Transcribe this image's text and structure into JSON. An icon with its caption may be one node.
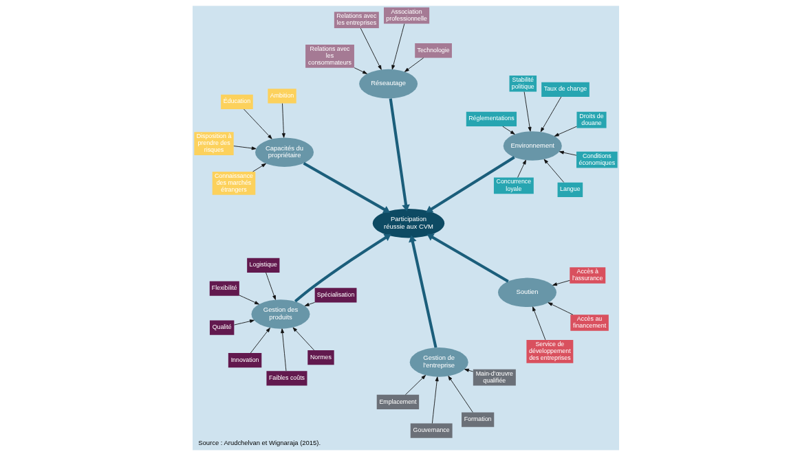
{
  "diagram": {
    "caption": "Source : Arudchelvan et Wignaraja (2015).",
    "nodes": [
      {
        "text": [
          "Qualité"
        ]
      },
      {
        "text": [
          "Normes"
        ]
      },
      {
        "text": [
          "Faibles coûts"
        ]
      },
      {
        "text": [
          "Logistique"
        ]
      },
      {
        "text": [
          "Spécialisation"
        ]
      },
      {
        "text": [
          "Flexibilité"
        ]
      },
      {
        "text": [
          "Innovation"
        ]
      },
      {
        "text": [
          "Gestion des produits"
        ]
      },
      {
        "text": [
          "Gouvernance"
        ]
      },
      {
        "text": [
          "Main-d'œuvre qualifiée"
        ]
      },
      {
        "text": [
          "Formation"
        ]
      },
      {
        "text": [
          "Emplacement"
        ]
      },
      {
        "text": [
          "Gestion de l'entreprise"
        ]
      },
      {
        "text": [
          "Accès au financement"
        ]
      },
      {
        "text": [
          "Accès à l'assurance"
        ]
      },
      {
        "text": [
          "Service de développement des entreprises"
        ]
      },
      {
        "text": [
          "Soutien"
        ]
      },
      {
        "text": [
          "Participation réussie aux CVM"
        ]
      },
      {
        "text": [
          "Éducation"
        ]
      },
      {
        "text": [
          "Ambition"
        ]
      },
      {
        "text": [
          "Connaissance des marchés étrangers"
        ]
      },
      {
        "text": [
          "Disposition à prendre des risques"
        ]
      },
      {
        "text": [
          "Capacités du propriétaire"
        ]
      },
      {
        "text": [
          "Réseautage"
        ]
      },
      {
        "text": [
          "Relations avec les entreprises"
        ]
      },
      {
        "text": [
          "Technologie"
        ]
      },
      {
        "text": [
          "Association professionnelle"
        ]
      },
      {
        "text": [
          "Relations avec les consommateurs"
        ]
      },
      {
        "text": [
          "Environnement"
        ]
      },
      {
        "text": [
          "Conditions économiques"
        ]
      },
      {
        "text": [
          "Stabilité politique"
        ]
      },
      {
        "text": [
          "Taux de change"
        ]
      },
      {
        "text": [
          "Concurrence loyale"
        ]
      },
      {
        "text": [
          "Réglementations"
        ]
      },
      {
        "text": [
          "Droits de douane"
        ]
      },
      {
        "text": [
          "Langue"
        ]
      }
    ],
    "edges": [
      {
        "from": 0,
        "to": 7,
        "arrow": "to"
      },
      {
        "from": 1,
        "to": 7,
        "arrow": "to"
      },
      {
        "from": 2,
        "to": 7,
        "arrow": "to"
      },
      {
        "from": 3,
        "to": 7,
        "arrow": "to"
      },
      {
        "from": 4,
        "to": 7,
        "arrow": "to"
      },
      {
        "from": 5,
        "to": 7,
        "arrow": "to"
      },
      {
        "from": 6,
        "to": 7,
        "arrow": "to"
      },
      {
        "from": 8,
        "to": 12,
        "arrow": "to"
      },
      {
        "from": 9,
        "to": 12,
        "arrow": "to"
      },
      {
        "from": 10,
        "to": 12,
        "arrow": "to"
      },
      {
        "from": 11,
        "to": 12,
        "arrow": "to"
      },
      {
        "from": 13,
        "to": 16,
        "arrow": "to"
      },
      {
        "from": 14,
        "to": 16,
        "arrow": "to"
      },
      {
        "from": 15,
        "to": 16,
        "arrow": "to"
      },
      {
        "from": 18,
        "to": 22,
        "arrow": "to"
      },
      {
        "from": 19,
        "to": 22,
        "arrow": "to"
      },
      {
        "from": 20,
        "to": 22,
        "arrow": "to"
      },
      {
        "from": 21,
        "to": 22,
        "arrow": "to"
      },
      {
        "from": 24,
        "to": 23,
        "arrow": "to"
      },
      {
        "from": 25,
        "to": 23,
        "arrow": "to"
      },
      {
        "from": 26,
        "to": 23,
        "arrow": "to"
      },
      {
        "from": 27,
        "to": 23,
        "arrow": "to"
      },
      {
        "from": 29,
        "to": 28,
        "arrow": "to"
      },
      {
        "from": 30,
        "to": 28,
        "arrow": "to"
      },
      {
        "from": 31,
        "to": 28,
        "arrow": "to"
      },
      {
        "from": 32,
        "to": 28,
        "arrow": "to"
      },
      {
        "from": 33,
        "to": 28,
        "arrow": "to"
      },
      {
        "from": 34,
        "to": 28,
        "arrow": "to"
      },
      {
        "from": 35,
        "to": 28,
        "arrow": "to"
      },
      {
        "from": 7,
        "to": 17,
        "arrow": "to",
        "style": "thick",
        "color": "#1b5e7b"
      },
      {
        "from": 12,
        "to": 17,
        "arrow": "to",
        "style": "thick",
        "color": "#1b5e7b"
      },
      {
        "from": 16,
        "to": 17,
        "arrow": "to",
        "style": "thick",
        "color": "#1b5e7b"
      },
      {
        "from": 22,
        "to": 17,
        "arrow": "to",
        "style": "thick",
        "color": "#1b5e7b"
      },
      {
        "from": 23,
        "to": 17,
        "arrow": "to",
        "style": "thick",
        "color": "#1b5e7b"
      },
      {
        "from": 28,
        "to": 17,
        "arrow": "to",
        "style": "thick",
        "color": "#1b5e7b"
      }
    ]
  }
}
